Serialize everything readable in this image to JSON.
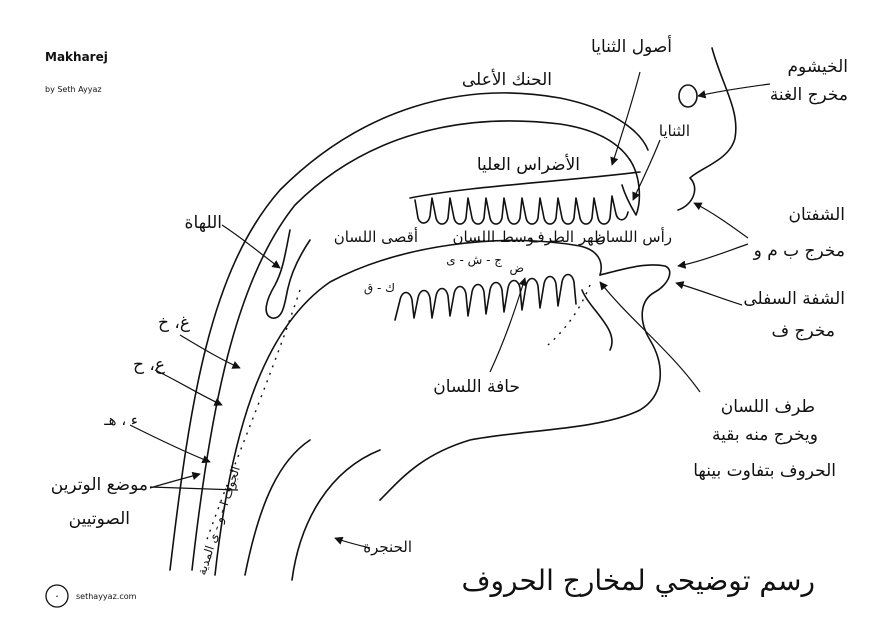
{
  "header": {
    "title": "Makharej",
    "author": "by Seth Ayyaz"
  },
  "footer": {
    "logo_glyph": "·",
    "site": "sethayyaz.com"
  },
  "diagram": {
    "caption": "رسم توضيحي لمخارج الحروف",
    "labels": {
      "upper_palate": "الحنك الأعلى",
      "incisor_roots": "أصول الثنايا",
      "incisors": "الثنايا",
      "upper_molars": "الأضراس العليا",
      "nasal_cavity": "الخيشوم",
      "ghunna_exit": "مخرج الغنة",
      "lips": "الشفتان",
      "lips_exit": "مخرج ب م و",
      "lower_lip": "الشفة السفلى",
      "lower_lip_exit": "مخرج ف",
      "uvula": "اللهاة",
      "tongue_tip": "رأس اللسان",
      "tongue_back_tip": "ظهر الطرف",
      "tongue_middle": "وسط اللسان",
      "tongue_far": "أقصى اللسان",
      "tongue_edge": "حافة اللسان",
      "tongue_end_line1": "طرف اللسان",
      "tongue_end_line2": "ويخرج منه بقية",
      "tongue_end_line3": "الحروف بتفاوت بينها",
      "ghain_kha": "غ، خ",
      "ain_ha": "ع، ح",
      "hamza_ha": "ء ، هـ",
      "vocal_cords_line1": "موضع الوترين",
      "vocal_cords_line2": "الصوتيين",
      "larynx": "الحنجرة",
      "hollow": "الجوف ا - و - ى المدية",
      "tongue_letters": [
        "ض",
        "ج - ش - ى",
        "ك - ق"
      ]
    }
  }
}
